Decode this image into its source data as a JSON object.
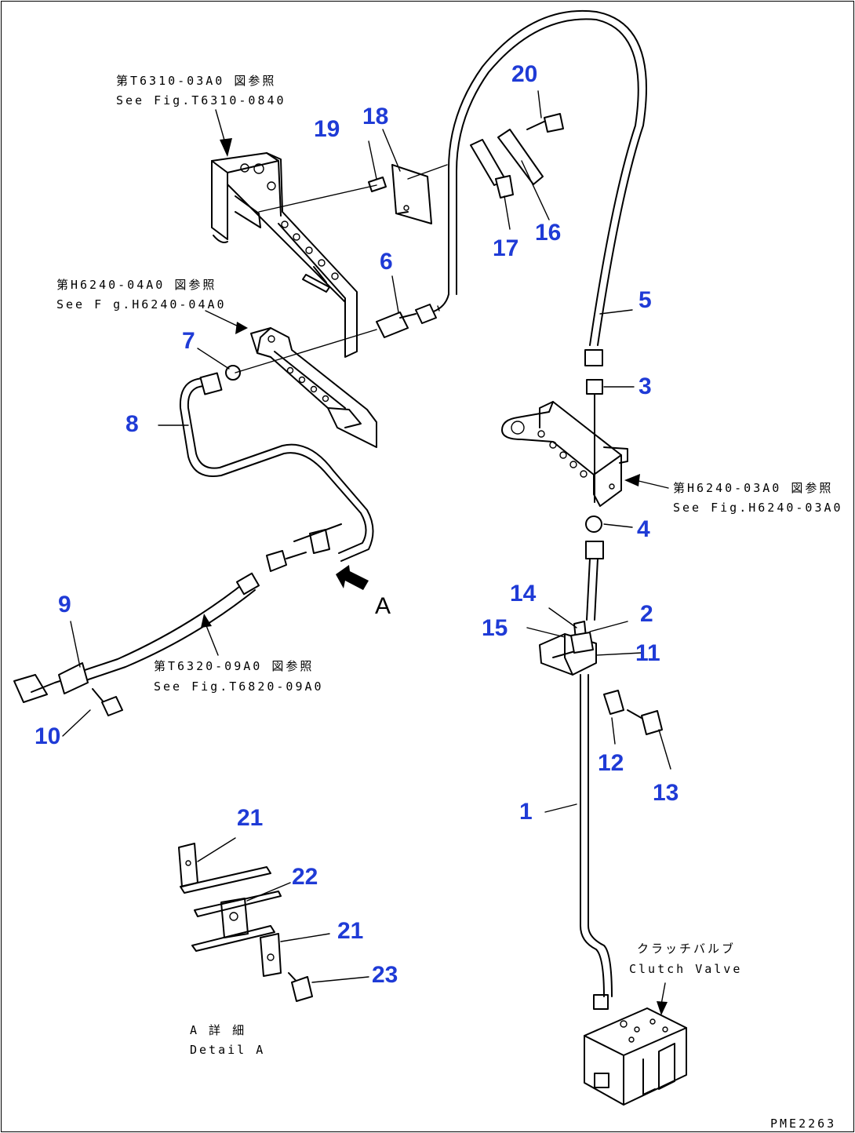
{
  "callouts": [
    {
      "id": "1",
      "label": "1"
    },
    {
      "id": "2",
      "label": "2"
    },
    {
      "id": "3",
      "label": "3"
    },
    {
      "id": "4",
      "label": "4"
    },
    {
      "id": "5",
      "label": "5"
    },
    {
      "id": "6",
      "label": "6"
    },
    {
      "id": "7",
      "label": "7"
    },
    {
      "id": "8",
      "label": "8"
    },
    {
      "id": "9",
      "label": "9"
    },
    {
      "id": "10",
      "label": "10"
    },
    {
      "id": "11",
      "label": "11"
    },
    {
      "id": "12",
      "label": "12"
    },
    {
      "id": "13",
      "label": "13"
    },
    {
      "id": "14",
      "label": "14"
    },
    {
      "id": "15",
      "label": "15"
    },
    {
      "id": "16",
      "label": "16"
    },
    {
      "id": "17",
      "label": "17"
    },
    {
      "id": "18",
      "label": "18"
    },
    {
      "id": "19",
      "label": "19"
    },
    {
      "id": "20",
      "label": "20"
    },
    {
      "id": "21a",
      "label": "21"
    },
    {
      "id": "21b",
      "label": "21"
    },
    {
      "id": "22",
      "label": "22"
    },
    {
      "id": "23",
      "label": "23"
    }
  ],
  "references": {
    "t6310_jp": "第T6310-03A0 図参照",
    "t6310_en": "See Fig.T6310-0840",
    "h6240_04_jp": "第H6240-04A0 図参照",
    "h6240_04_en": "See F g.H6240-04A0",
    "h6240_03_jp": "第H6240-03A0 図参照",
    "h6240_03_en": "See Fig.H6240-03A0",
    "t6320_jp": "第T6320-09A0 図参照",
    "t6320_en": "See Fig.T6820-09A0"
  },
  "labels": {
    "clutch_valve_jp": "クラッチバルブ",
    "clutch_valve_en": "Clutch Valve",
    "view_arrow": "A",
    "detail_jp": "A 詳 細",
    "detail_en": "Detail A",
    "drawing_code": "PME2263"
  }
}
